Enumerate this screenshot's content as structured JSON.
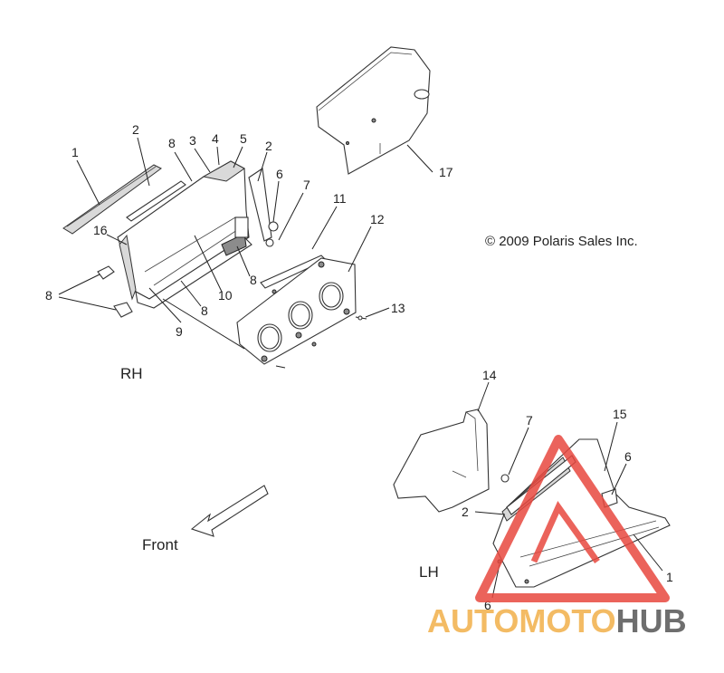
{
  "copyright": "© 2009 Polaris Sales Inc.",
  "labels": {
    "rh": "RH",
    "lh": "LH",
    "front": "Front"
  },
  "callouts": {
    "c1_rh": "1",
    "c2_rh_a": "2",
    "c8_rh_a": "8",
    "c3": "3",
    "c4": "4",
    "c5": "5",
    "c2_rh_b": "2",
    "c6_rh": "6",
    "c7_rh": "7",
    "c11": "11",
    "c12": "12",
    "c16": "16",
    "c8_rh_b": "8",
    "c8_rh_c": "8",
    "c10": "10",
    "c8_rh_d": "8",
    "c9": "9",
    "c13": "13",
    "c17": "17",
    "c14": "14",
    "c7_lh": "7",
    "c15": "15",
    "c6_lh_a": "6",
    "c2_lh": "2",
    "c1_lh": "1",
    "c6_lh_b": "6"
  },
  "watermark": {
    "part1": "AUTOMOTO",
    "part2": "HUB",
    "color_primary": "#e8483f",
    "color_secondary": "#f2b04a",
    "color_dark": "#555555"
  }
}
